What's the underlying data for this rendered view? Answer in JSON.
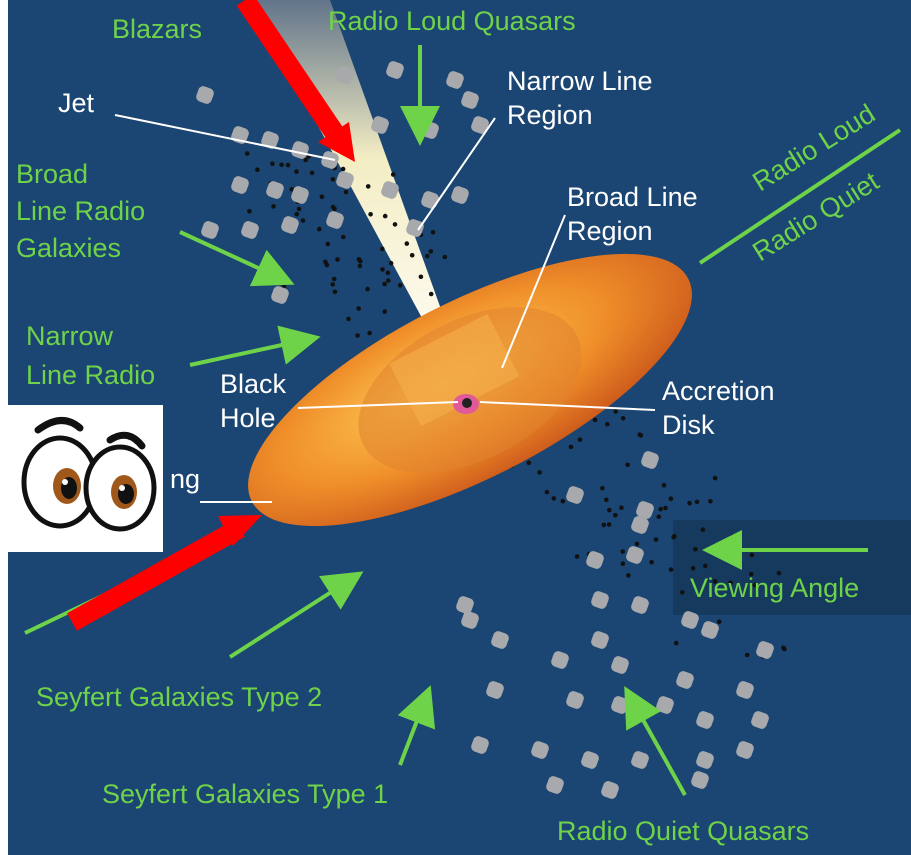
{
  "colors": {
    "background": "#1b4572",
    "label_green": "#6fd34a",
    "label_white": "#ffffff",
    "arrow_red": "#ff0000",
    "torus_orange": "#f0902a",
    "cloud_gray": "#a7a9ac",
    "viewing_panel": "#163a5e"
  },
  "labels": {
    "blazars": "Blazars",
    "radio_loud_quasars": "Radio Loud Quasars",
    "jet": "Jet",
    "narrow_line_region_1": "Narrow Line",
    "narrow_line_region_2": "Region",
    "broad_line_radio_1": "Broad",
    "broad_line_radio_2": "Line Radio",
    "broad_line_radio_3": "Galaxies",
    "broad_line_region_1": "Broad Line",
    "broad_line_region_2": "Region",
    "radio_loud": "Radio Loud",
    "radio_quiet": "Radio Quiet",
    "narrow_line_radio_1": "Narrow",
    "narrow_line_radio_2": "Line Radio",
    "black_hole_1": "Black",
    "black_hole_2": "Hole",
    "accretion_disk_1": "Accretion",
    "accretion_disk_2": "Disk",
    "torus_partial": "ng",
    "viewing_angle": "Viewing Angle",
    "seyfert_type_2": "Seyfert Galaxies Type 2",
    "seyfert_type_1": "Seyfert Galaxies Type 1",
    "radio_quiet_quasars": "Radio Quiet Quasars"
  },
  "icons": {
    "eyes": "cartoon-eyes-icon"
  }
}
